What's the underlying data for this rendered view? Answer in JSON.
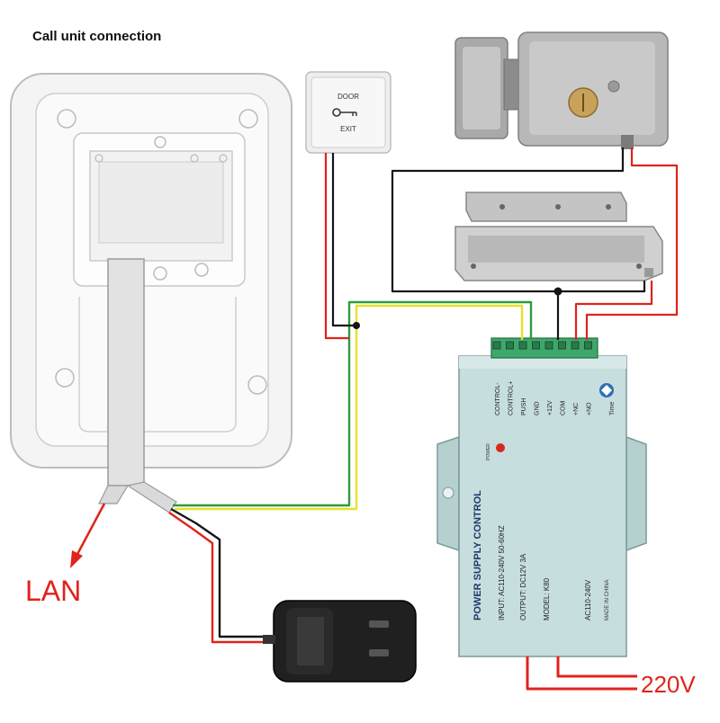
{
  "title": "Call unit connection",
  "exit_button": {
    "line1": "DOOR",
    "line2": "EXIT"
  },
  "labels": {
    "lan": "LAN",
    "mains": "220V"
  },
  "power_supply": {
    "brand": "POWER SUPPLY CONTROL",
    "input": "INPUT: AC110-240V  50-60HZ",
    "output": "OUTPUT: DC12V  3A",
    "model": "MODEL: K80",
    "ac_label": "AC110-240V",
    "made_in": "MADE IN CHINA",
    "power_led_label": "POWER",
    "time_label": "Time",
    "terminals": [
      "CONTROL-",
      "CONTROL+",
      "PUSH",
      "GND",
      "+12V",
      "COM",
      "+NC",
      "+NO"
    ]
  },
  "colors": {
    "red": "#e0231b",
    "black": "#151515",
    "yellow": "#e8e02a",
    "green": "#2f9a3b",
    "lan_red": "#e0231b",
    "box_fill": "#c7dede",
    "terminal_green": "#3ea86a"
  }
}
